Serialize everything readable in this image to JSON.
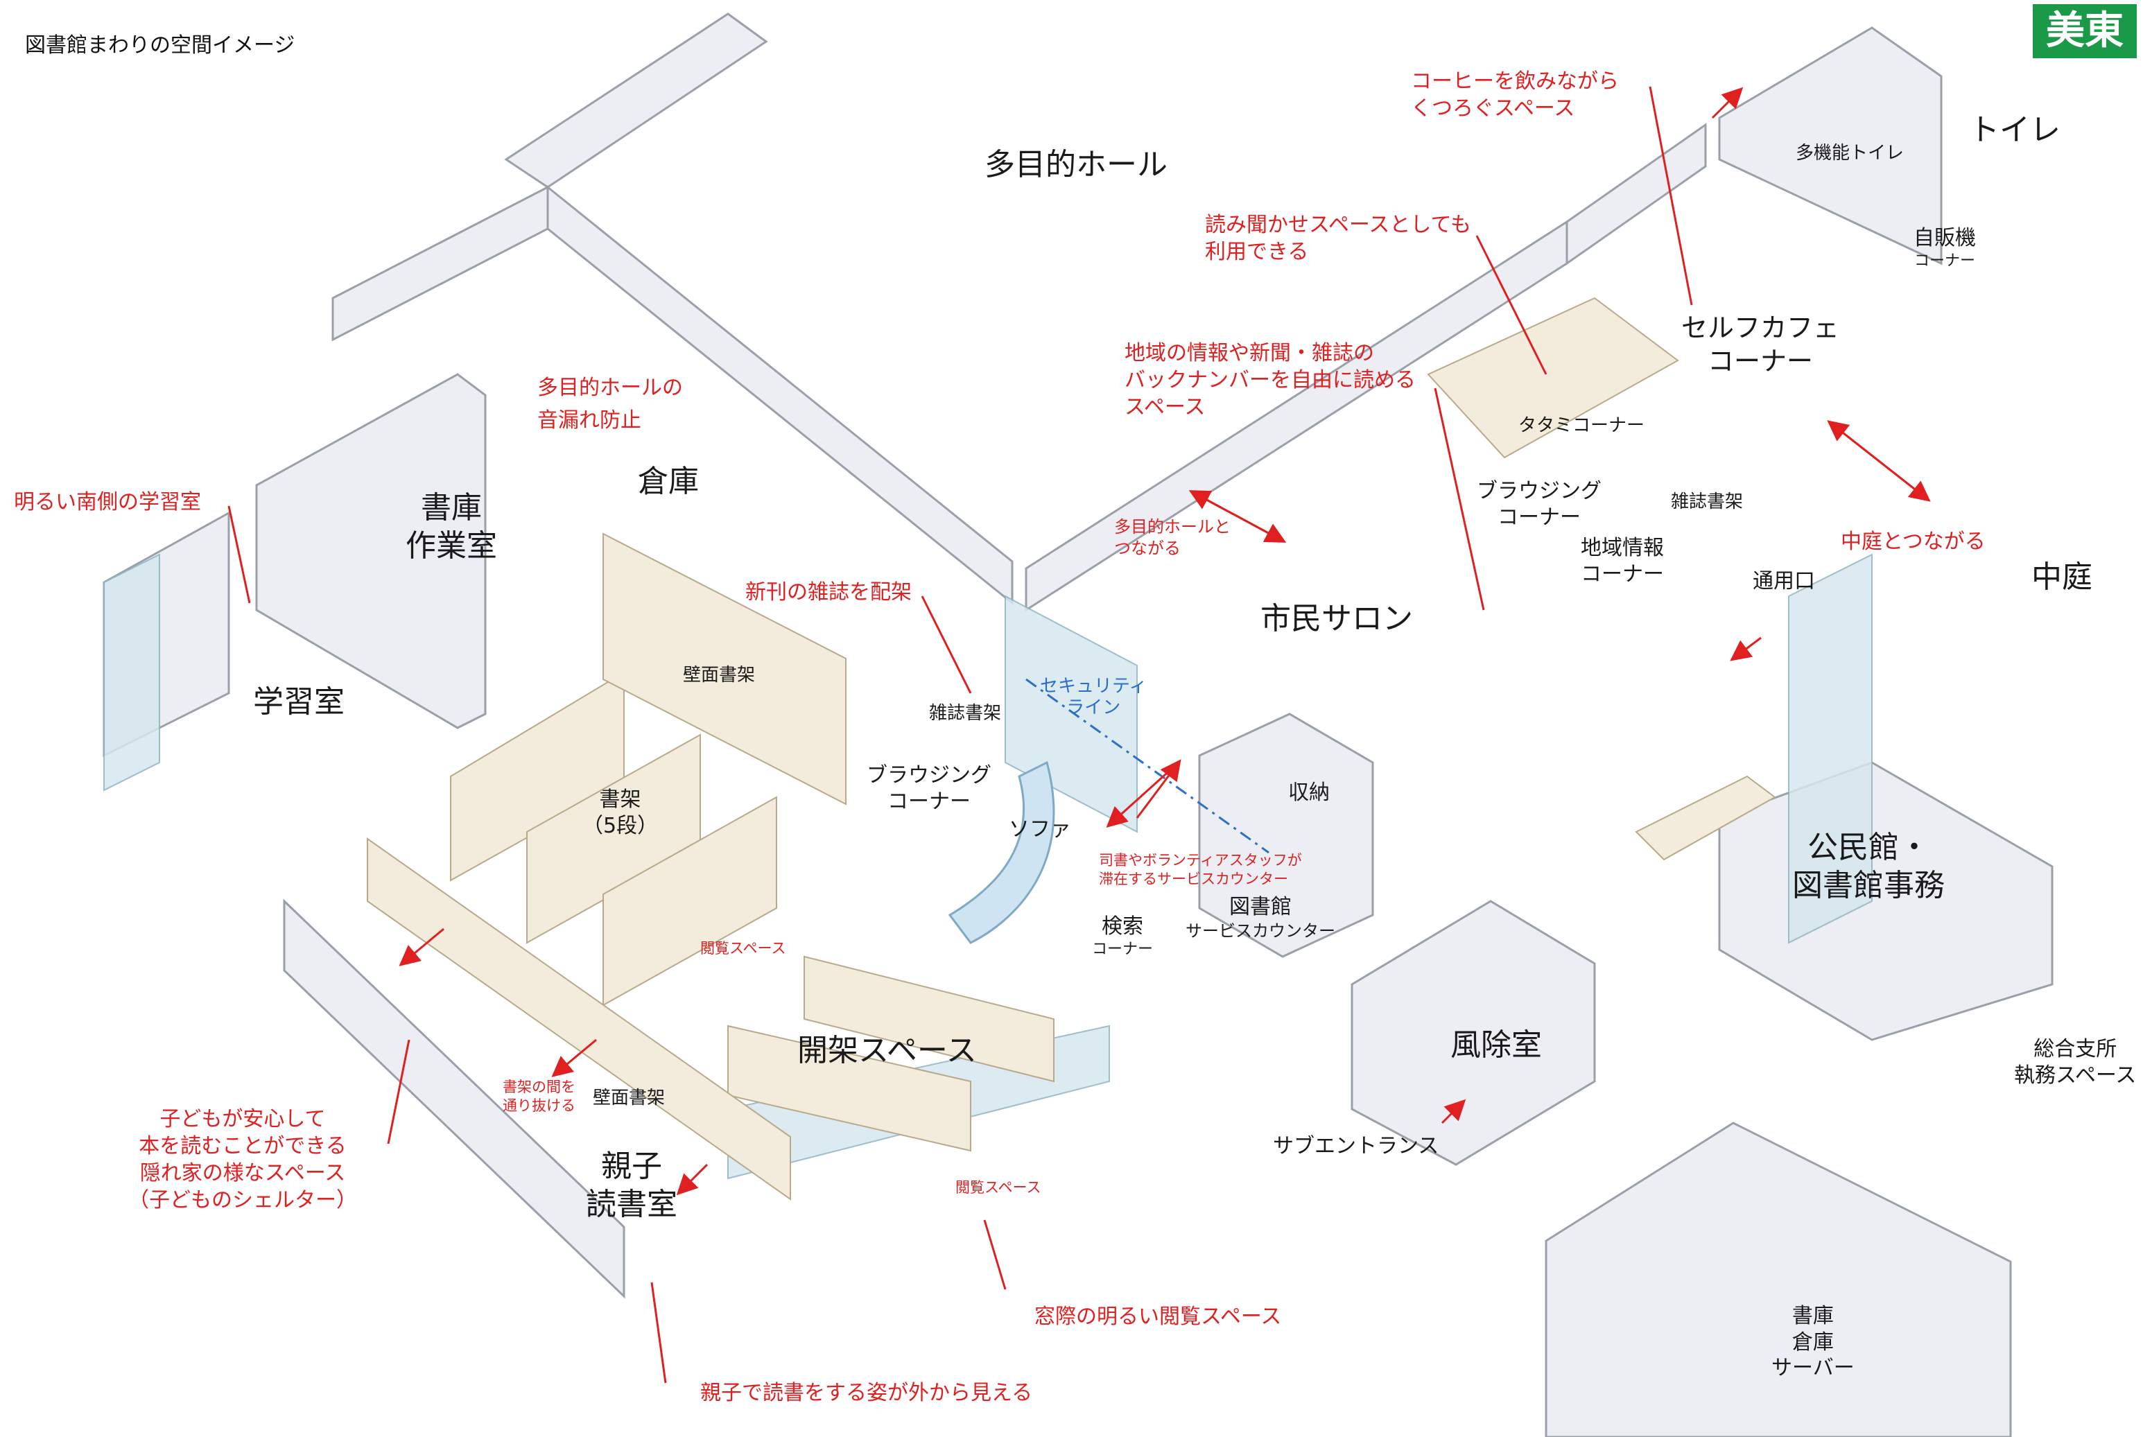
{
  "title": "図書館まわりの空間イメージ",
  "badge": "美東",
  "colors": {
    "annotation": "#e02020",
    "security": "#2a6fc9",
    "badge": "#1a9a48",
    "wall": "#e8eaf0",
    "glass": "#cfe3ec"
  },
  "rooms": {
    "hall": "多目的ホール",
    "toilet": "トイレ",
    "multi_toilet": "多機能トイレ",
    "vending": [
      "自販機",
      "コーナー"
    ],
    "self_cafe": [
      "セルフカフェ",
      "コーナー"
    ],
    "tatami": "タタミコーナー",
    "browsing_east": [
      "ブラウジング",
      "コーナー"
    ],
    "magazine_east": "雑誌書架",
    "local_info": [
      "地域情報",
      "コーナー"
    ],
    "service_exit": "通用口",
    "courtyard": "中庭",
    "salon": "市民サロン",
    "storage": "倉庫",
    "stack_work": [
      "書庫",
      "作業室"
    ],
    "study": "学習室",
    "wall_shelf": "壁面書架",
    "magazine_rack": "雑誌書架",
    "browsing": [
      "ブラウジング",
      "コーナー"
    ],
    "sofa": "ソファ",
    "bookshelf": [
      "書架",
      "（5段）"
    ],
    "closet": "収納",
    "search": [
      "検索",
      "コーナー"
    ],
    "service_counter": [
      "図書館",
      "サービスカウンター"
    ],
    "open_stacks": "開架スペース",
    "reading_space": "閲覧スペース",
    "wall_shelf_2": "壁面書架",
    "family_reading": [
      "親子",
      "読書室"
    ],
    "windbreak": "風除室",
    "sub_entrance": "サブエントランス",
    "community_office": [
      "公民館・",
      "図書館事務"
    ],
    "branch_office": [
      "総合支所",
      "執務スペース"
    ],
    "stack_bottom": [
      "書庫",
      "倉庫",
      "サーバー"
    ]
  },
  "security": [
    "セキュリティ",
    "ライン"
  ],
  "annotations": {
    "coffee": [
      "コーヒーを飲みながら",
      "くつろぐスペース"
    ],
    "storytime": [
      "読み聞かせスペースとしても",
      "利用できる"
    ],
    "local_news": [
      "地域の情報や新聞・雑誌の",
      "バックナンバーを自由に読める",
      "スペース"
    ],
    "hall_link": [
      "多目的ホールと",
      "つながる"
    ],
    "courtyard_link": "中庭とつながる",
    "noise": [
      "多目的ホールの",
      "音漏れ防止"
    ],
    "south_study": "明るい南側の学習室",
    "new_magazines": "新刊の雑誌を配架",
    "staff_counter": [
      "司書やボランティアスタッフが",
      "滞在するサービスカウンター"
    ],
    "reading_small": "閲覧スペース",
    "shelf_gap": [
      "書架の間を",
      "通り抜ける"
    ],
    "kids_shelter": [
      "子どもが安心して",
      "本を読むことができる",
      "隠れ家の様なスペース",
      "（子どものシェルター）"
    ],
    "reading_bottom": "閲覧スペース",
    "window_reading": "窓際の明るい閲覧スペース",
    "family_visible": "親子で読書をする姿が外から見える"
  }
}
